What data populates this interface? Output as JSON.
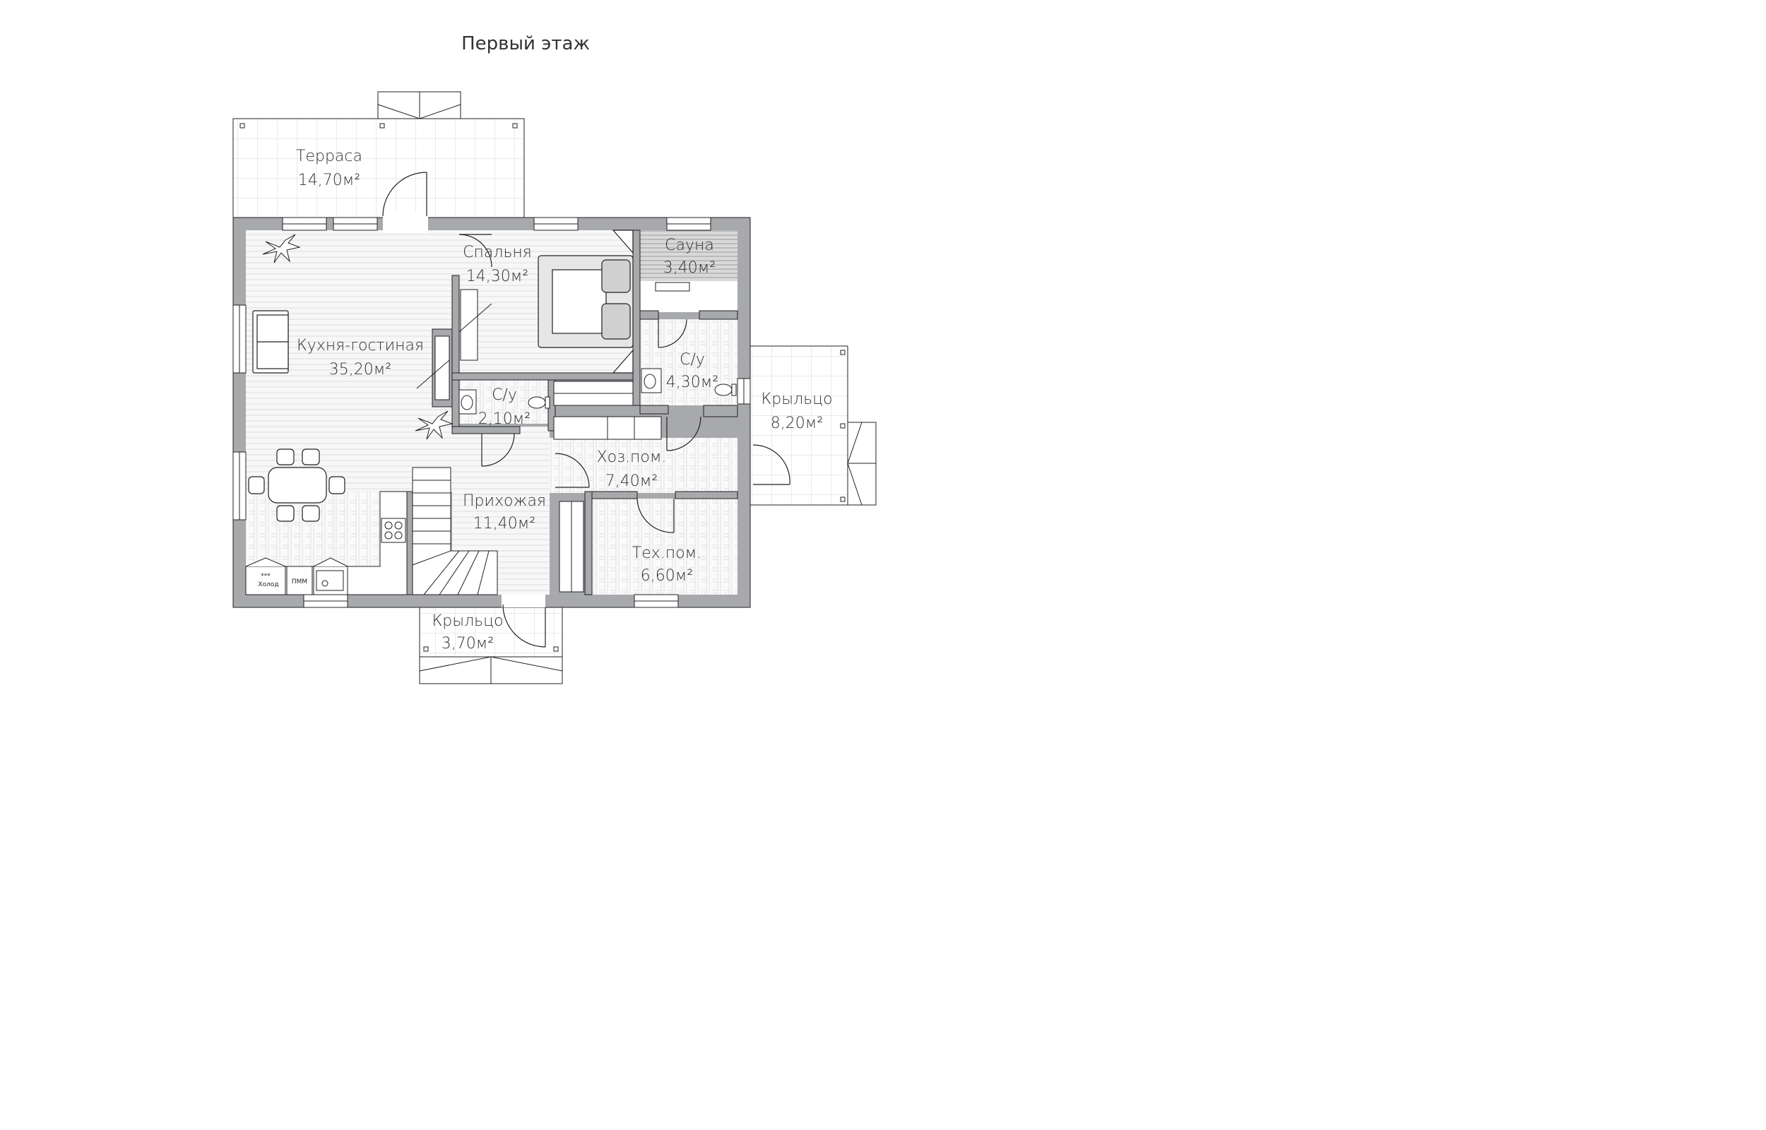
{
  "title": "Первый этаж",
  "rooms": {
    "terrace": {
      "name": "Терраса",
      "area": "14,70м²"
    },
    "bedroom": {
      "name": "Спальня",
      "area": "14,30м²"
    },
    "sauna": {
      "name": "Сауна",
      "area": "3,40м²"
    },
    "living": {
      "name": "Кухня-гостиная",
      "area": "35,20м²"
    },
    "bath_small": {
      "name": "С/у",
      "area": "2,10м²"
    },
    "bath_large": {
      "name": "С/у",
      "area": "4,30м²"
    },
    "porch_east": {
      "name": "Крыльцо",
      "area": "8,20м²"
    },
    "utility": {
      "name": "Хоз.пом.",
      "area": "7,40м²"
    },
    "hallway": {
      "name": "Прихожая",
      "area": "11,40м²"
    },
    "tech": {
      "name": "Тех.пом.",
      "area": "6,60м²"
    },
    "porch_south": {
      "name": "Крыльцо",
      "area": "3,70м²"
    }
  },
  "appliances": {
    "fridge_label": "Холод",
    "fridge_stars": "***",
    "dishwasher_label": "ПММ"
  },
  "colors": {
    "wall": "#a7a9ac",
    "line": "#231f20",
    "fill_light": "#f4f4f4"
  }
}
